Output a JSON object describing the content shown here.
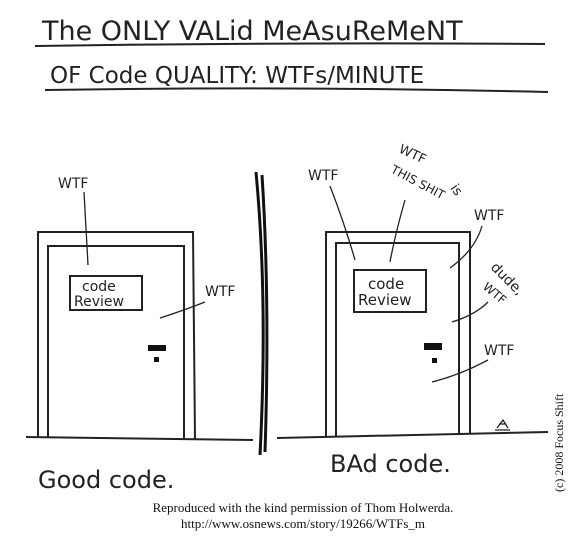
{
  "comic": {
    "title_line1": "The ONLY VALid MeAsuReMeNT",
    "title_line2": "OF Code QUALITY: WTFs/MINUTE",
    "left": {
      "wtf_top": "WTF",
      "door_sign_line1": "code",
      "door_sign_line2": "Review",
      "wtf_right": "WTF",
      "caption": "Good code."
    },
    "right": {
      "wtf_top": "WTF",
      "wtf_is_line1": "WTF",
      "wtf_is_line2": "is",
      "wtf_is_line3": "THIS SHIT",
      "wtf_upper_right": "WTF",
      "dude_line1": "dude,",
      "dude_line2": "WTF",
      "wtf_lower_right": "WTF",
      "door_sign_line1": "code",
      "door_sign_line2": "Review",
      "caption": "BAd code."
    },
    "copyright": "(c) 2008 Focus Shift",
    "credit_line1": "Reproduced with the kind permission of Thom Holwerda.",
    "credit_line2": "http://www.osnews.com/story/19266/WTFs_m"
  }
}
